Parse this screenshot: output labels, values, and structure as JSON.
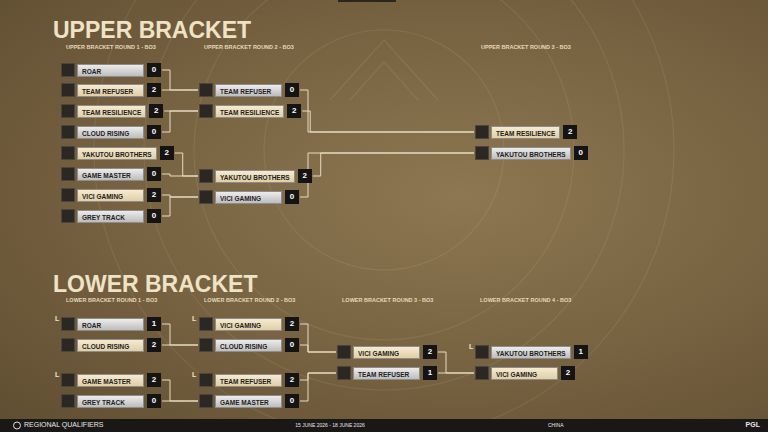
{
  "diagram": {
    "nodes": [
      {
        "text": [
          "ROAR",
          "0"
        ]
      },
      {
        "text": [
          "TEAM REFUSER",
          "2"
        ]
      },
      {
        "text": [
          "TEAM RESILIENCE",
          "2"
        ]
      },
      {
        "text": [
          "CLOUD RISING",
          "0"
        ]
      },
      {
        "text": [
          "YAKUTOU BROTHERS",
          "2"
        ]
      },
      {
        "text": [
          "GAME MASTER",
          "0"
        ]
      },
      {
        "text": [
          "VICI GAMING",
          "2"
        ]
      },
      {
        "text": [
          "GREY TRACK",
          "0"
        ]
      },
      {
        "text": [
          "TEAM REFUSER",
          "0"
        ]
      },
      {
        "text": [
          "TEAM RESILIENCE",
          "2"
        ]
      },
      {
        "text": [
          "YAKUTOU BROTHERS",
          "2"
        ]
      },
      {
        "text": [
          "VICI GAMING",
          "0"
        ]
      },
      {
        "text": [
          "TEAM RESILIENCE",
          "2"
        ]
      },
      {
        "text": [
          "YAKUTOU BROTHERS",
          "0"
        ]
      },
      {
        "text": [
          "ROAR",
          "1"
        ]
      },
      {
        "text": [
          "CLOUD RISING",
          "2"
        ]
      },
      {
        "text": [
          "GAME MASTER",
          "2"
        ]
      },
      {
        "text": [
          "GREY TRACK",
          "0"
        ]
      },
      {
        "text": [
          "VICI GAMING",
          "2"
        ]
      },
      {
        "text": [
          "CLOUD RISING",
          "0"
        ]
      },
      {
        "text": [
          "TEAM REFUSER",
          "2"
        ]
      },
      {
        "text": [
          "GAME MASTER",
          "0"
        ]
      },
      {
        "text": [
          "VICI GAMING",
          "2"
        ]
      },
      {
        "text": [
          "TEAM REFUSER",
          "1"
        ]
      },
      {
        "text": [
          "YAKUTOU BROTHERS",
          "1"
        ]
      },
      {
        "text": [
          "VICI GAMING",
          "2"
        ]
      }
    ],
    "edges": [
      {
        "from": 0,
        "to": 8,
        "arrow": "none"
      },
      {
        "from": 1,
        "to": 8,
        "arrow": "none"
      },
      {
        "from": 2,
        "to": 9,
        "arrow": "none"
      },
      {
        "from": 3,
        "to": 9,
        "arrow": "none"
      },
      {
        "from": 4,
        "to": 10,
        "arrow": "none"
      },
      {
        "from": 5,
        "to": 10,
        "arrow": "none"
      },
      {
        "from": 6,
        "to": 11,
        "arrow": "none"
      },
      {
        "from": 7,
        "to": 11,
        "arrow": "none"
      },
      {
        "from": 8,
        "to": 12,
        "arrow": "none"
      },
      {
        "from": 9,
        "to": 12,
        "arrow": "none"
      },
      {
        "from": 10,
        "to": 13,
        "arrow": "none"
      },
      {
        "from": 11,
        "to": 13,
        "arrow": "none"
      },
      {
        "from": 14,
        "to": 19,
        "arrow": "none"
      },
      {
        "from": 15,
        "to": 19,
        "arrow": "none"
      },
      {
        "from": 16,
        "to": 21,
        "arrow": "none"
      },
      {
        "from": 17,
        "to": 21,
        "arrow": "none"
      },
      {
        "from": 18,
        "to": 22,
        "arrow": "none"
      },
      {
        "from": 19,
        "to": 22,
        "arrow": "none"
      },
      {
        "from": 20,
        "to": 23,
        "arrow": "none"
      },
      {
        "from": 21,
        "to": 23,
        "arrow": "none"
      },
      {
        "from": 22,
        "to": 25,
        "arrow": "none"
      },
      {
        "from": 23,
        "to": 25,
        "arrow": "none"
      }
    ],
    "labels": [
      "UPPER BRACKET",
      "UPPER BRACKET ROUND 1 - BO3",
      "UPPER BRACKET ROUND 2 - BO3",
      "UPPER BRACKET ROUND 3 - BO3",
      "LOWER BRACKET",
      "LOWER BRACKET ROUND 1 - BO3",
      "LOWER BRACKET ROUND 2 - BO3",
      "LOWER BRACKET ROUND 3 - BO3",
      "LOWER BRACKET ROUND 4 - BO3",
      "L",
      "L",
      "L",
      "L",
      "L",
      "REGIONAL QUALIFIERS",
      "15 JUNE 2026 - 18 JUNE 2026",
      "CHINA",
      "PGL"
    ]
  }
}
